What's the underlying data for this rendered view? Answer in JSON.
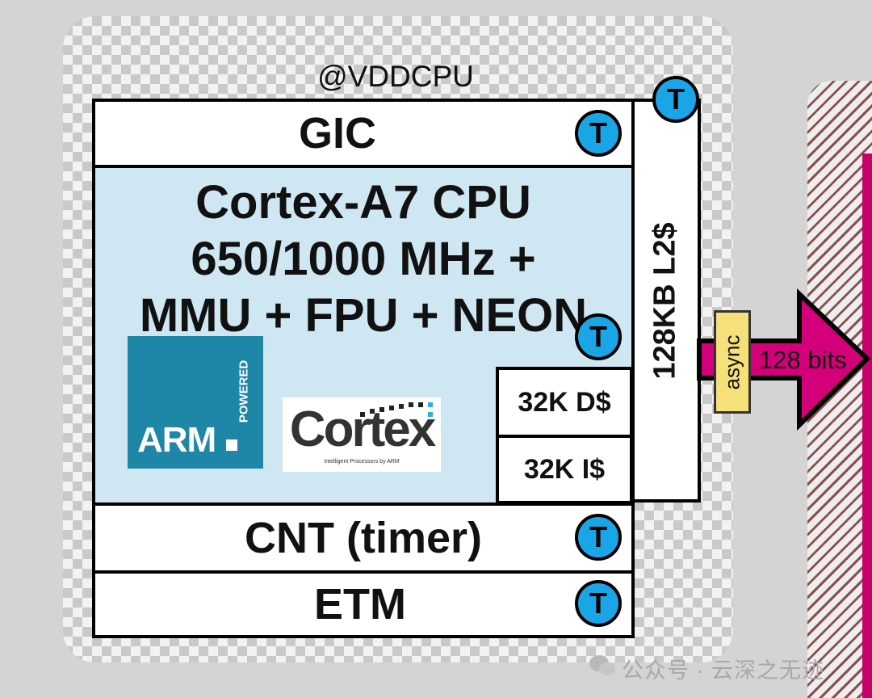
{
  "diagram": {
    "voltage_label": "@VDDCPU",
    "blocks": {
      "gic": "GIC",
      "cpu_lines": [
        "Cortex-A7 CPU",
        "650/1000 MHz +",
        "MMU + FPU + NEON"
      ],
      "dcache": "32K D$",
      "icache": "32K I$",
      "l2": "128KB L2$",
      "cnt": "CNT (timer)",
      "etm": "ETM"
    },
    "trustzone_marker": "T",
    "bus": {
      "async_label": "async",
      "width_label": "128 bits"
    },
    "logos": {
      "arm_text": "ARM",
      "arm_powered": "POWERED",
      "cortex_text": "Cortex",
      "cortex_sub": "Intelligent Processors by ARM"
    },
    "watermark": "公众号 · 云深之无迹"
  },
  "colors": {
    "cpu_fill": "#cfe7f3",
    "t_marker": "#1aa6e6",
    "bus_arrow": "#d4007a",
    "async_box": "#f5e07a",
    "arm_logo": "#1e86a7"
  }
}
